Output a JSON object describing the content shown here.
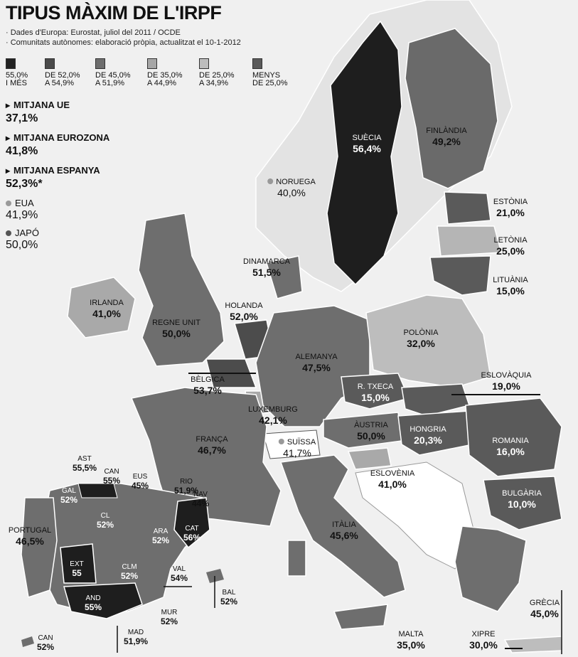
{
  "title": "TIPUS MÀXIM DE L'IRPF",
  "sources": [
    "· Dades d'Europa: Eurostat, juliol del 2011 / OCDE",
    "· Comunitats autònomes: elaboració pròpia, actualitzat el 10-1-2012"
  ],
  "legend": [
    {
      "line1": "55,0%",
      "line2": "I MÉS",
      "color": "#222222"
    },
    {
      "line1": "DE 52,0%",
      "line2": "A 54,9%",
      "color": "#4a4a4a"
    },
    {
      "line1": "DE 45,0%",
      "line2": "A 51,9%",
      "color": "#6e6e6e"
    },
    {
      "line1": "DE 35,0%",
      "line2": "A 44,9%",
      "color": "#a6a6a6"
    },
    {
      "line1": "DE 25,0%",
      "line2": "A 34,9%",
      "color": "#bdbdbd"
    },
    {
      "line1": "MENYS",
      "line2": "DE 25,0%",
      "color": "#5a5a5a"
    }
  ],
  "averages": [
    {
      "label": "MITJANA UE",
      "value": "37,1%"
    },
    {
      "label": "MITJANA EUROZONA",
      "value": "41,8%"
    },
    {
      "label": "MITJANA ESPANYA",
      "value": "52,3%*"
    }
  ],
  "external": [
    {
      "label": "EUA",
      "value": "41,9%",
      "color": "#9a9a9a"
    },
    {
      "label": "JAPÓ",
      "value": "50,0%",
      "color": "#555555"
    }
  ],
  "countries": [
    {
      "name": "SUÈCIA",
      "value": "56,4%",
      "style": "w"
    },
    {
      "name": "FINLÀNDIA",
      "value": "49,2%",
      "style": "dk"
    },
    {
      "name": "NORUEGA",
      "value": "40,0%",
      "style": "dk"
    },
    {
      "name": "ESTÒNIA",
      "value": "21,0%",
      "style": "dk"
    },
    {
      "name": "LETÒNIA",
      "value": "25,0%",
      "style": "dk"
    },
    {
      "name": "LITUÀNIA",
      "value": "15,0%",
      "style": "dk"
    },
    {
      "name": "DINAMARCA",
      "value": "51,5%",
      "style": "dk"
    },
    {
      "name": "IRLANDA",
      "value": "41,0%",
      "style": "dk"
    },
    {
      "name": "REGNE UNIT",
      "value": "50,0%",
      "style": "dk"
    },
    {
      "name": "HOLANDA",
      "value": "52,0%",
      "style": "dk"
    },
    {
      "name": "POLÒNIA",
      "value": "32,0%",
      "style": "dk"
    },
    {
      "name": "ALEMANYA",
      "value": "47,5%",
      "style": "dk"
    },
    {
      "name": "BÈLGICA",
      "value": "53,7%",
      "style": "dk"
    },
    {
      "name": "R. TXECA",
      "value": "15,0%",
      "style": "w"
    },
    {
      "name": "ESLOVÀQUIA",
      "value": "19,0%",
      "style": "dk"
    },
    {
      "name": "LUXEMBURG",
      "value": "42,1%",
      "style": "dk"
    },
    {
      "name": "ÀUSTRIA",
      "value": "50,0%",
      "style": "dk"
    },
    {
      "name": "HONGRIA",
      "value": "20,3%",
      "style": "w"
    },
    {
      "name": "ROMANIA",
      "value": "16,0%",
      "style": "w"
    },
    {
      "name": "FRANÇA",
      "value": "46,7%",
      "style": "dk"
    },
    {
      "name": "SUÏSSA",
      "value": "41,7%",
      "style": "dk"
    },
    {
      "name": "ESLOVÈNIA",
      "value": "41,0%",
      "style": "dk"
    },
    {
      "name": "BULGÀRIA",
      "value": "10,0%",
      "style": "w"
    },
    {
      "name": "ITÀLIA",
      "value": "45,6%",
      "style": "dk"
    },
    {
      "name": "PORTUGAL",
      "value": "46,5%",
      "style": "dk"
    },
    {
      "name": "GRÈCIA",
      "value": "45,0%",
      "style": "dk"
    },
    {
      "name": "MALTA",
      "value": "35,0%",
      "style": "dk"
    },
    {
      "name": "XIPRE",
      "value": "30,0%",
      "style": "dk"
    }
  ],
  "regions": [
    {
      "name": "AST",
      "value": "55,5%",
      "style": "dk"
    },
    {
      "name": "CAN",
      "value": "55%",
      "style": "dk"
    },
    {
      "name": "EUS",
      "value": "45%",
      "style": "dk"
    },
    {
      "name": "GAL",
      "value": "52%",
      "style": "w"
    },
    {
      "name": "RIO",
      "value": "51,9%",
      "style": "dk"
    },
    {
      "name": "NAV",
      "value": "44%",
      "style": "dk"
    },
    {
      "name": "CL",
      "value": "52%",
      "style": "w"
    },
    {
      "name": "ARA",
      "value": "52%",
      "style": "w"
    },
    {
      "name": "CAT",
      "value": "56%",
      "style": "w"
    },
    {
      "name": "EXT",
      "value": "55",
      "style": "w"
    },
    {
      "name": "CLM",
      "value": "52%",
      "style": "w"
    },
    {
      "name": "VAL",
      "value": "54%",
      "style": "dk"
    },
    {
      "name": "BAL",
      "value": "52%",
      "style": "dk"
    },
    {
      "name": "AND",
      "value": "55%",
      "style": "w"
    },
    {
      "name": "MUR",
      "value": "52%",
      "style": "dk"
    },
    {
      "name": "MAD",
      "value": "51,9%",
      "style": "dk"
    },
    {
      "name": "CAN",
      "value": "52%",
      "style": "dk"
    }
  ]
}
